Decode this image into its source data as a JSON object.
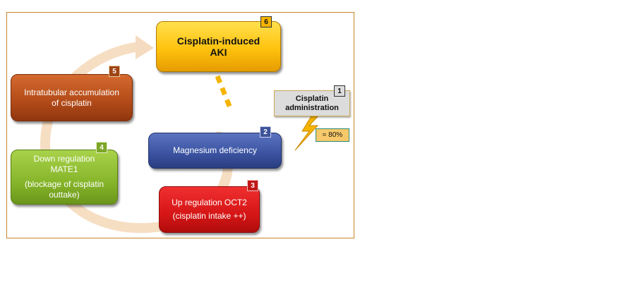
{
  "diagram": {
    "nodes": {
      "aki": {
        "number": "6",
        "lines": [
          "Cisplatin-induced",
          "AKI"
        ]
      },
      "accumulation": {
        "number": "5",
        "lines": [
          "Intratubular accumulation",
          "of cisplatin"
        ]
      },
      "magnesium": {
        "number": "2",
        "lines": [
          "Magnesium deficiency"
        ]
      },
      "mate1": {
        "number": "4",
        "lines": [
          "Down regulation",
          "MATE1",
          "(blockage of cisplatin",
          "outtake)"
        ]
      },
      "oct2": {
        "number": "3",
        "lines": [
          "Up regulation OCT2",
          "(cisplatin intake ++)"
        ]
      }
    },
    "administration": {
      "number": "1",
      "lines": [
        "Cisplatin",
        "administration"
      ]
    },
    "percentage": "≈ 80%",
    "colors": {
      "aki": "#ffc20e",
      "accumulation": "#b24a18",
      "magnesium": "#3a52a0",
      "mate1": "#86b52a",
      "oct2": "#d61616",
      "cycle_arrow": "#f5dcc0",
      "dashed_link": "#f5b400",
      "lightning": "#f5b400"
    }
  }
}
